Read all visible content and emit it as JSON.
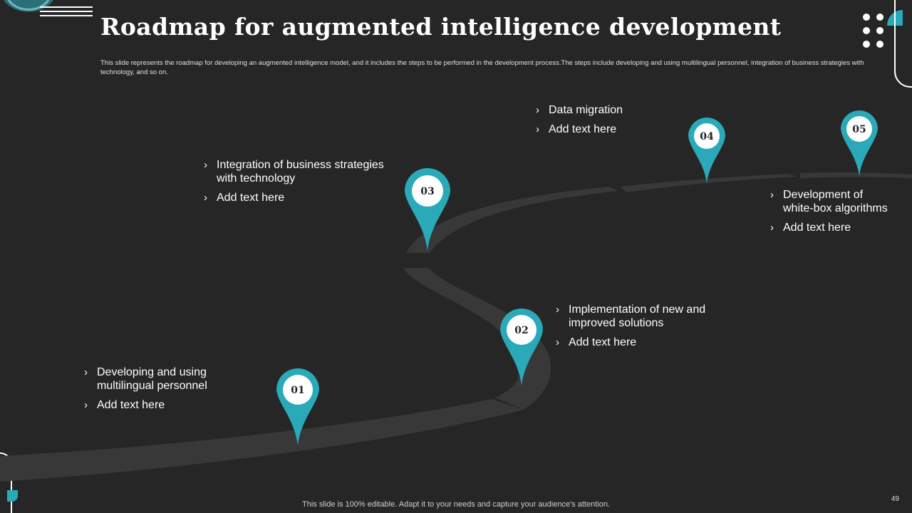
{
  "slide": {
    "title": "Roadmap for augmented intelligence development",
    "subtitle": "This slide represents the roadmap for developing an augmented intelligence model, and it includes the steps to be performed in the development process.The steps include developing and using multilingual personnel, integration of business strategies with technology, and so on.",
    "footer": "This slide is 100% editable. Adapt it to your needs and capture your audience's attention.",
    "page_number": "49"
  },
  "colors": {
    "accent": "#2aa9b8",
    "background": "#262626",
    "road": "#3a3a3a"
  },
  "milestones": [
    {
      "number": "01",
      "lines": [
        "Developing and using multilingual personnel",
        "Add text here"
      ]
    },
    {
      "number": "02",
      "lines": [
        "Implementation of new and improved solutions",
        "Add text here"
      ]
    },
    {
      "number": "03",
      "lines": [
        "Integration of business strategies with technology",
        "Add text here"
      ]
    },
    {
      "number": "04",
      "lines": [
        "Data migration",
        "Add text here"
      ]
    },
    {
      "number": "05",
      "lines": [
        "Development of white-box algorithms",
        "Add text here"
      ]
    }
  ],
  "icons": {
    "bullet": "chevron-right-icon",
    "marker": "map-pin-icon"
  }
}
